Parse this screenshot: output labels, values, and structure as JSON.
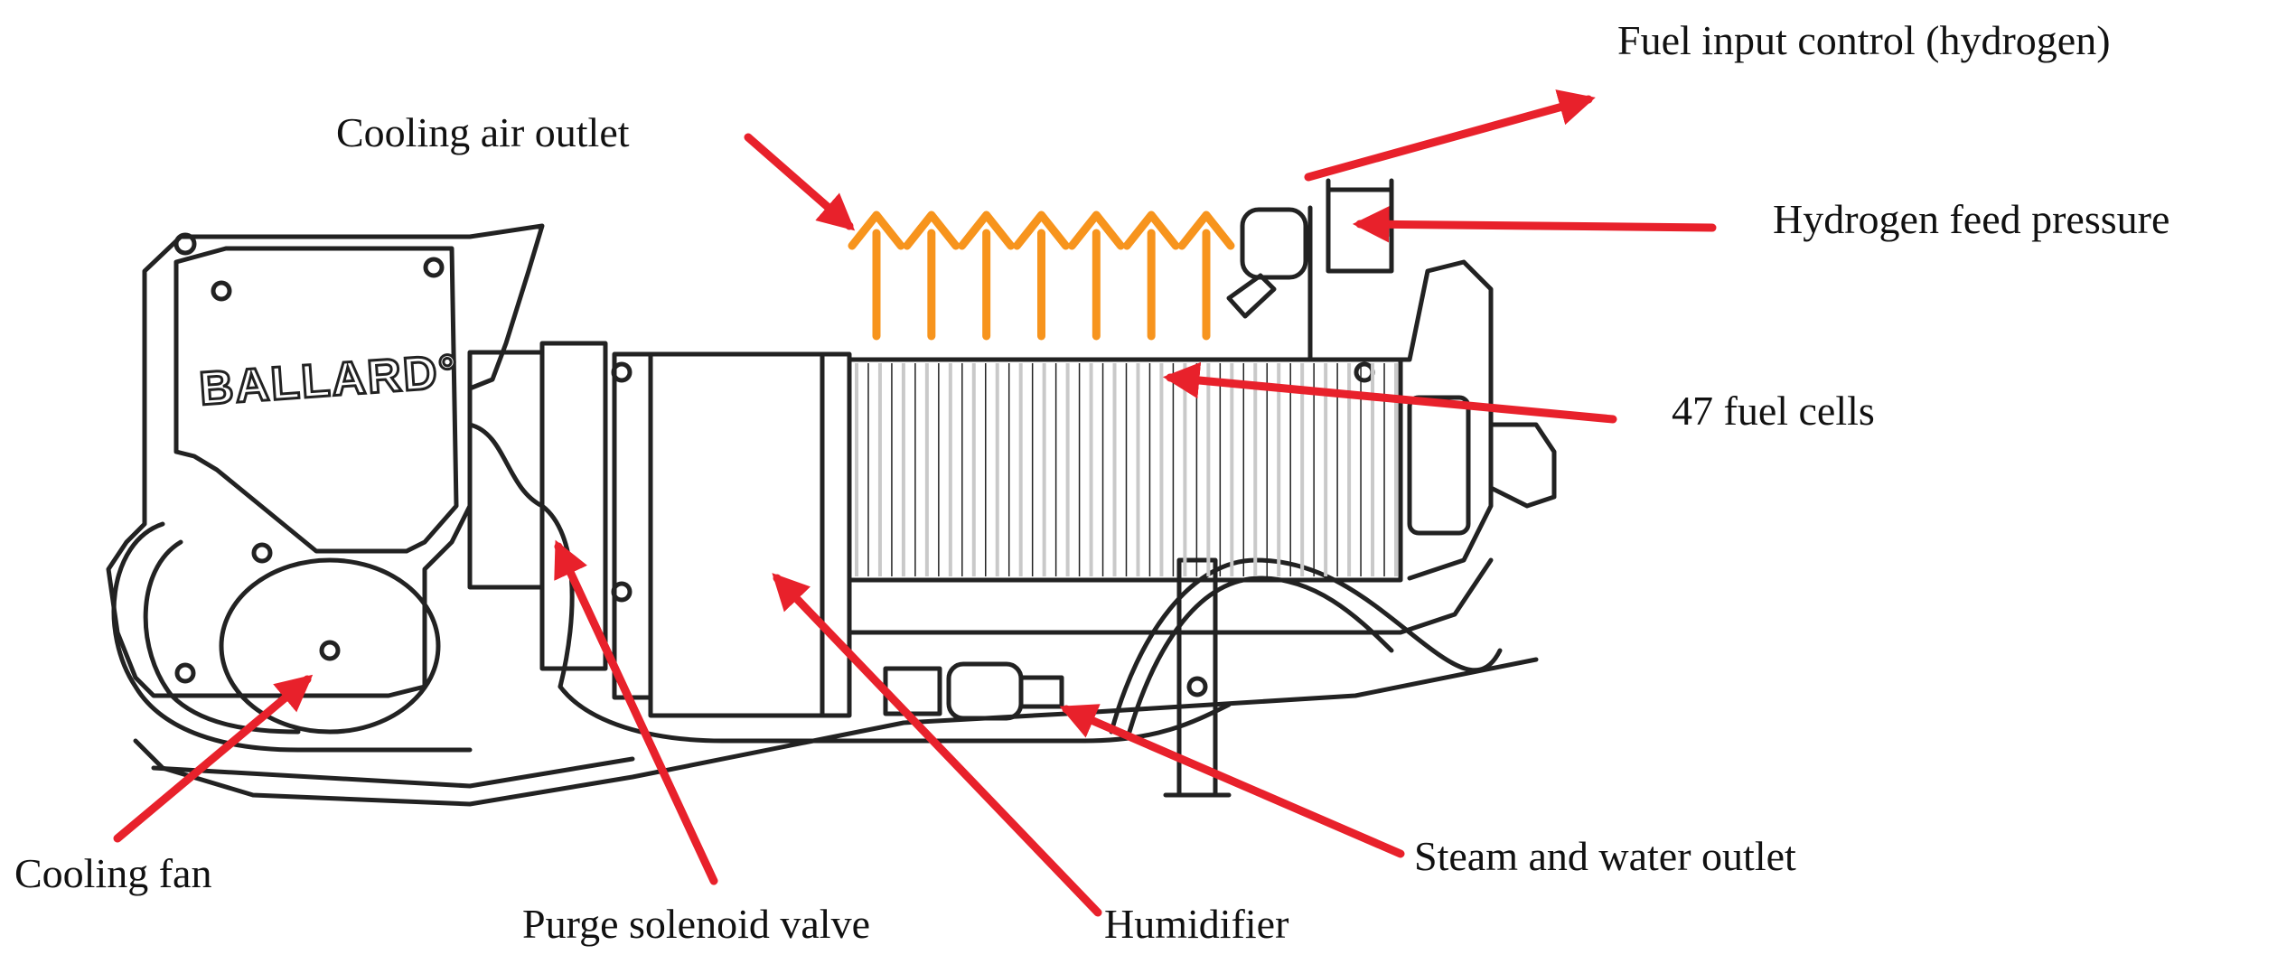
{
  "brand": {
    "logo_text": "BALLARD°"
  },
  "labels": {
    "fuel_input_control": "Fuel input control (hydrogen)",
    "cooling_air_outlet": "Cooling air outlet",
    "hydrogen_feed_pressure": "Hydrogen feed pressure",
    "fuel_cells": "47 fuel cells",
    "cooling_fan": "Cooling fan",
    "steam_water_outlet": "Steam and water outlet",
    "purge_solenoid_valve": "Purge solenoid valve",
    "humidifier": "Humidifier"
  },
  "colors": {
    "callout_arrow": "#e8212b",
    "airflow_arrow": "#f7941d",
    "line_art": "#222222",
    "fin_stripe": "#c9c9c9"
  },
  "airflow": {
    "arrow_count": 7
  },
  "fuel_stack": {
    "cell_count": 47
  }
}
